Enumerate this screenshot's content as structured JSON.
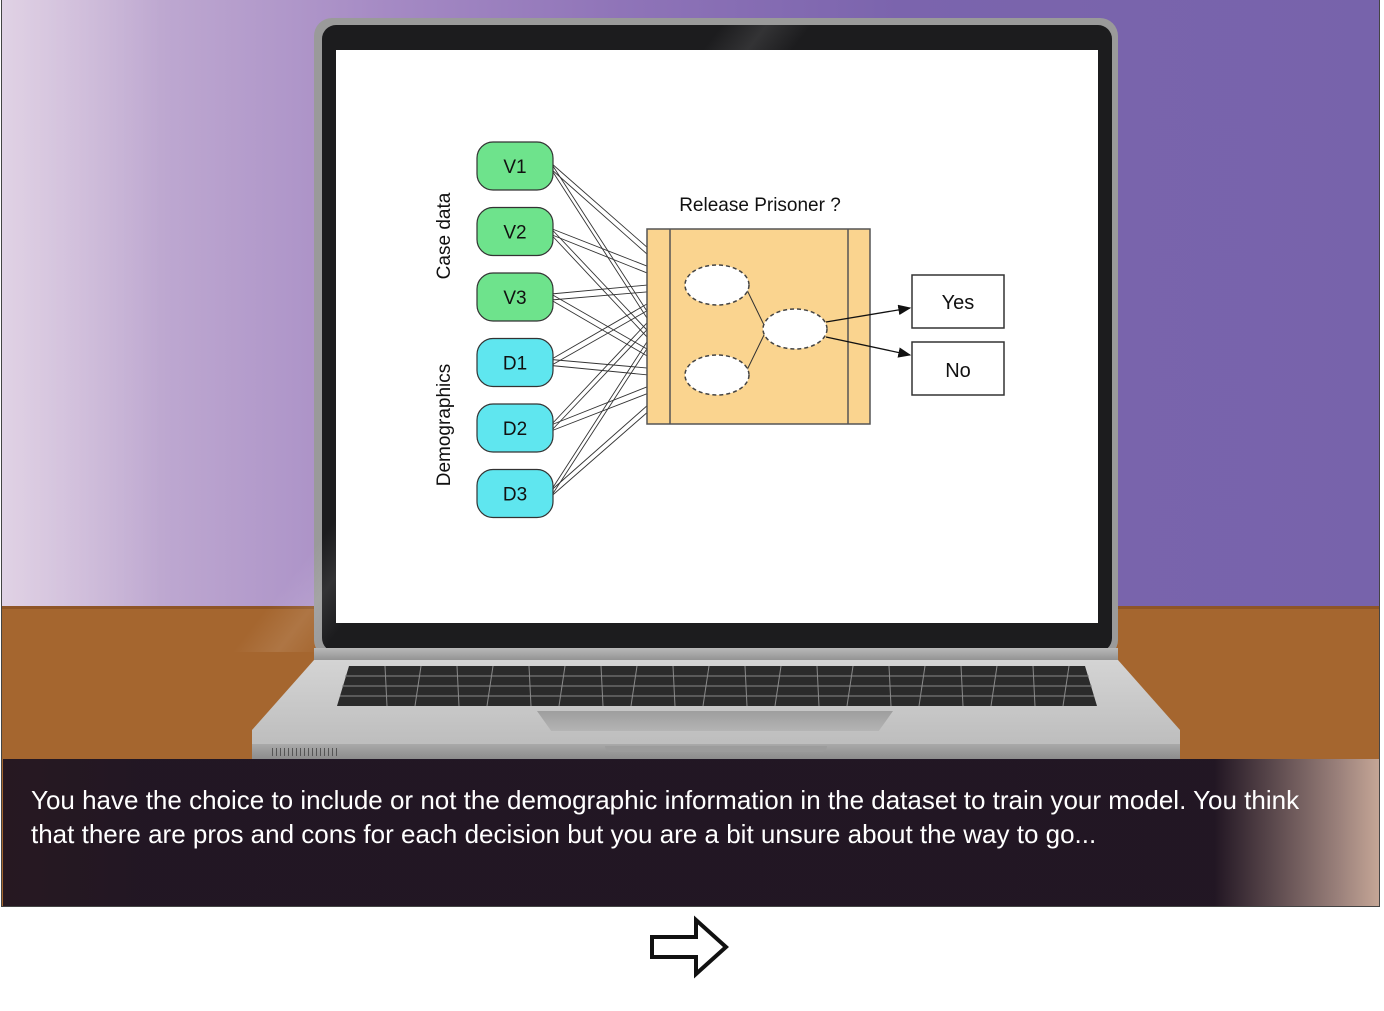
{
  "diagram": {
    "title": "Release Prisoner ?",
    "group_labels": {
      "case_data": "Case data",
      "demographics": "Demographics"
    },
    "inputs": [
      {
        "id": "V1",
        "group": "case_data",
        "color": "#6ee38c"
      },
      {
        "id": "V2",
        "group": "case_data",
        "color": "#6ee38c"
      },
      {
        "id": "V3",
        "group": "case_data",
        "color": "#6ee38c"
      },
      {
        "id": "D1",
        "group": "demographics",
        "color": "#5fe6ef"
      },
      {
        "id": "D2",
        "group": "demographics",
        "color": "#5fe6ef"
      },
      {
        "id": "D3",
        "group": "demographics",
        "color": "#5fe6ef"
      }
    ],
    "model_color": "#fad48f",
    "outputs": [
      "Yes",
      "No"
    ]
  },
  "caption": {
    "text": "You have the choice to include or not the demographic information in the dataset to train your model. You think that there are pros and cons for each decision but you are a bit unsure about the way to go..."
  },
  "navigation": {
    "next_icon": "arrow-right-icon"
  }
}
